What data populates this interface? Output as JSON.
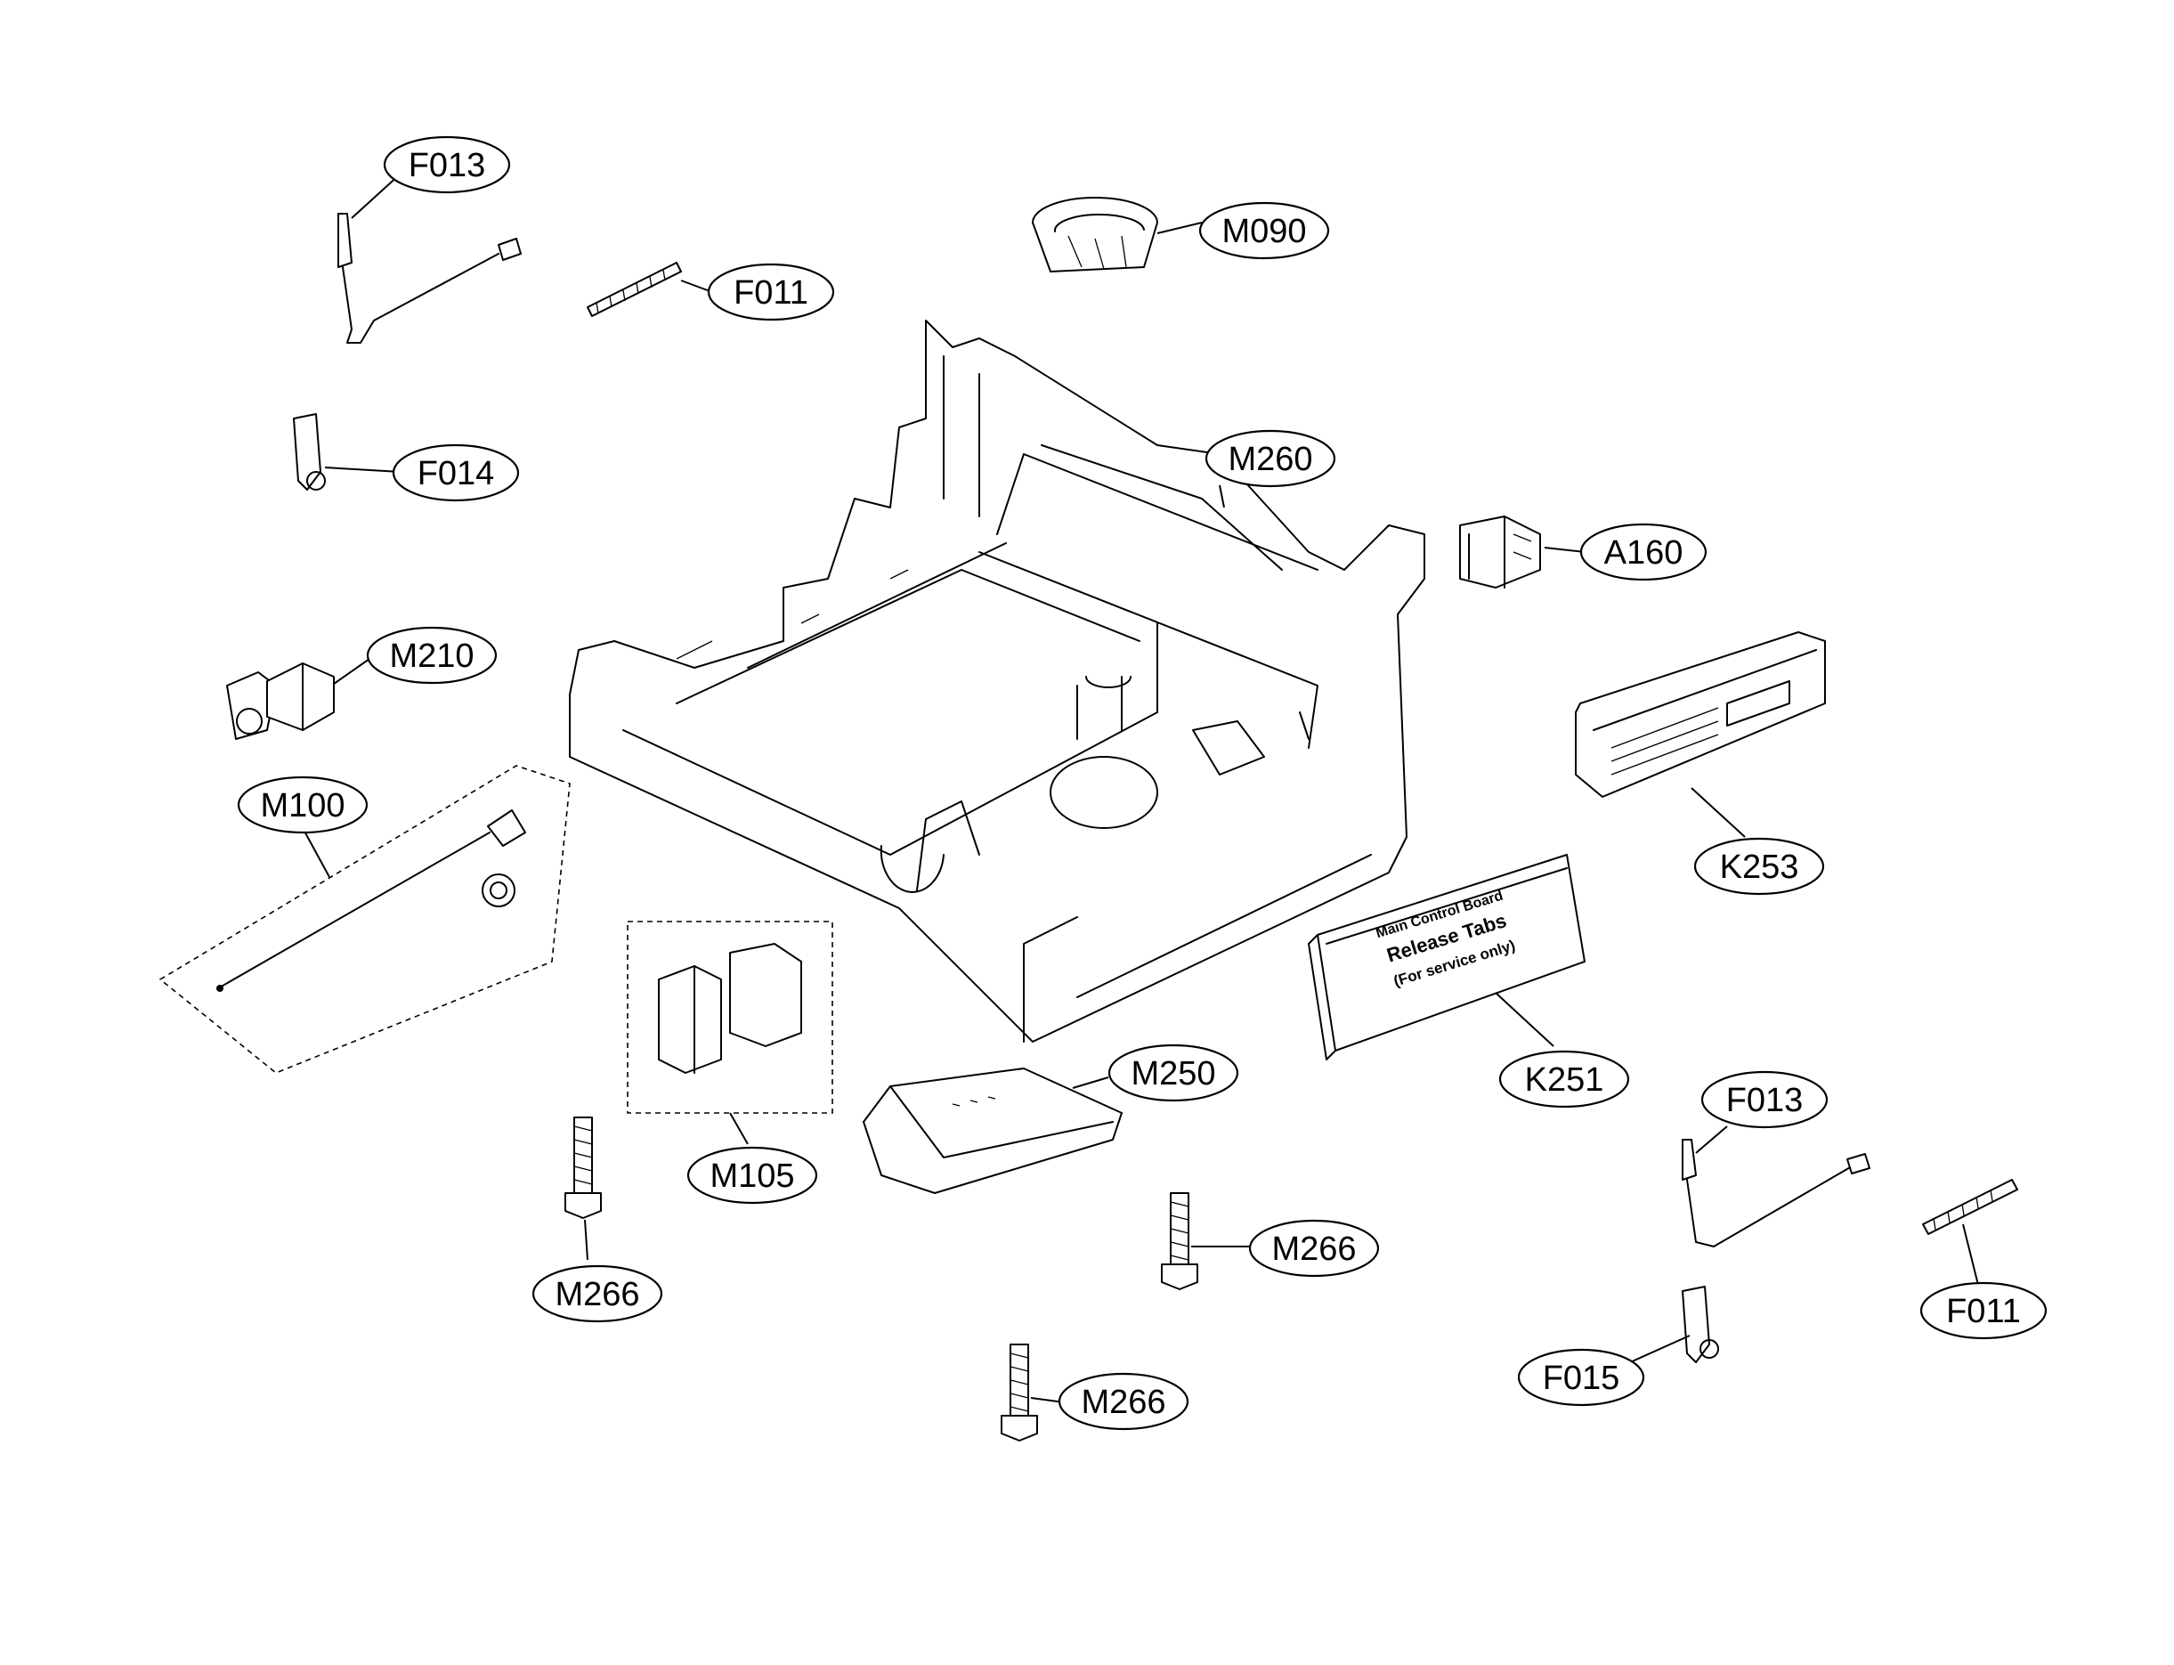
{
  "callouts": [
    {
      "id": "F013_a",
      "label": "F013"
    },
    {
      "id": "F011_a",
      "label": "F011"
    },
    {
      "id": "M090",
      "label": "M090"
    },
    {
      "id": "F014",
      "label": "F014"
    },
    {
      "id": "M260",
      "label": "M260"
    },
    {
      "id": "A160",
      "label": "A160"
    },
    {
      "id": "M210",
      "label": "M210"
    },
    {
      "id": "M100",
      "label": "M100"
    },
    {
      "id": "K253",
      "label": "K253"
    },
    {
      "id": "M250",
      "label": "M250"
    },
    {
      "id": "K251",
      "label": "K251"
    },
    {
      "id": "M105",
      "label": "M105"
    },
    {
      "id": "F013_b",
      "label": "F013"
    },
    {
      "id": "M266_a",
      "label": "M266"
    },
    {
      "id": "M266_b",
      "label": "M266"
    },
    {
      "id": "F011_b",
      "label": "F011"
    },
    {
      "id": "F015",
      "label": "F015"
    },
    {
      "id": "M266_c",
      "label": "M266"
    }
  ],
  "board_text": {
    "line1": "Main Control Board",
    "line2": "Release Tabs",
    "line3": "(For service only)"
  }
}
